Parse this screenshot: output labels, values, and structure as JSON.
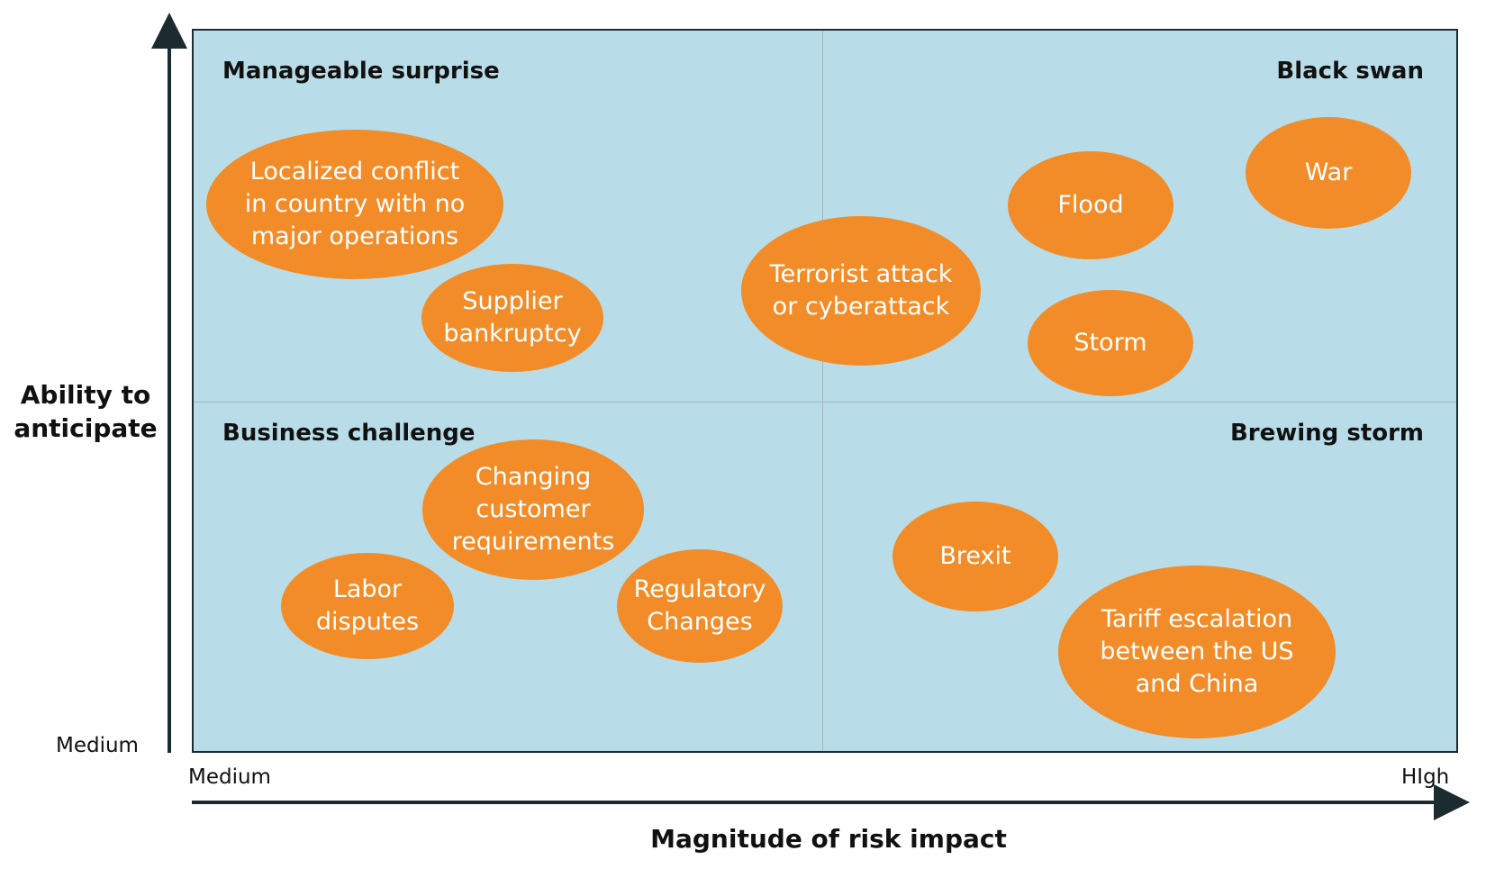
{
  "quadrants": {
    "top_left": "Manageable surprise",
    "top_right": "Black swan",
    "bottom_left": "Business challenge",
    "bottom_right": "Brewing storm"
  },
  "bubbles": {
    "localized_conflict": "Localized  conflict\nin country with no\nmajor operations",
    "supplier_bankruptcy": "Supplier\nbankruptcy",
    "terrorist_attack": "Terrorist attack\nor cyberattack",
    "flood": "Flood",
    "war": "War",
    "storm": "Storm",
    "changing_requirements": "Changing\ncustomer\nrequirements",
    "labor_disputes": "Labor\ndisputes",
    "regulatory_changes": "Regulatory\nChanges",
    "brexit": "Brexit",
    "tariff_escalation": "Tariff escalation\nbetween the US\nand China"
  },
  "axes": {
    "y_label": "Ability to\nanticipate",
    "y_tick_low": "Medium",
    "x_tick_low": "Medium",
    "x_tick_high": "HIgh",
    "x_label": "Magnitude of risk impact"
  },
  "colors": {
    "plot_background": "#b8dde8",
    "bubble": "#f28c28",
    "axis": "#1c2b2f"
  }
}
